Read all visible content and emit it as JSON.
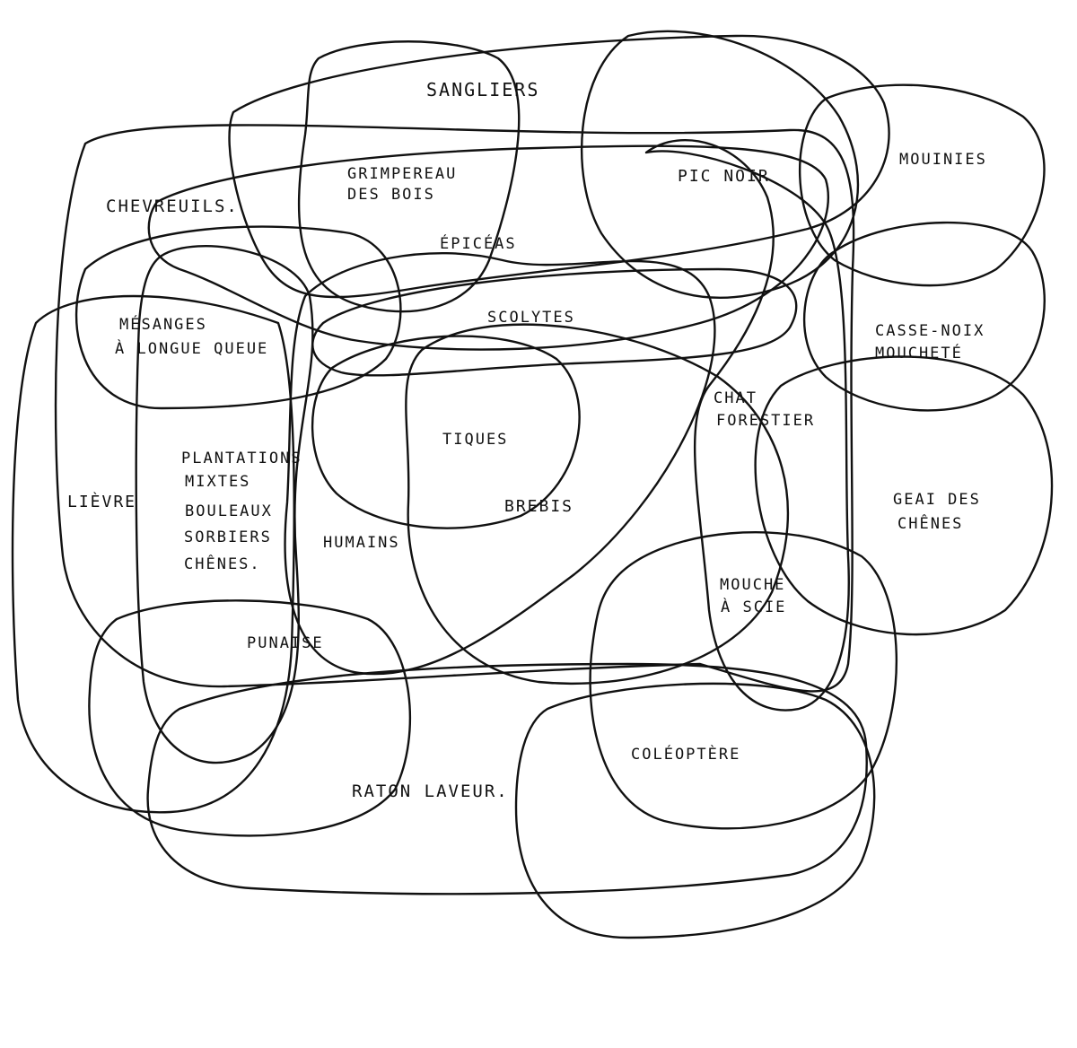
{
  "diagram": {
    "ink_color": "#111111",
    "background": "#ffffff",
    "labels": {
      "sangliers": "SANGLiERS",
      "chevreuils": "CHEVREUiLS.",
      "grimpereau_1": "GRiMPEREAU",
      "grimpereau_2": "DES BOiS",
      "epiceas": "ÉPiCÉAS",
      "pic_noir": "PiC NOiR",
      "moulinies": "MOUiNiES",
      "mesanges_1": "MÉSANGES",
      "mesanges_2": "À LONGUE QUEUE",
      "scolytes": "SCOLYTES",
      "casse_noix_1": "CASSE-NOiX",
      "casse_noix_2": "MOUCHETÉ",
      "chat_forestier_1": "CHAT",
      "chat_forestier_2": "FORESTiER",
      "tiques": "TiQUES",
      "plantations_1": "PLANTATiONS",
      "plantations_2": "MiXTES",
      "plantations_3": "BOULEAUX",
      "plantations_4": "SORBiERS",
      "plantations_5": "CHÊNES.",
      "lievre": "LiÈVRE",
      "brebis": "BREBiS",
      "humains": "HUMAiNS",
      "geai_1": "GEAi DES",
      "geai_2": "CHÊNES",
      "mouche_1": "MOUCHE",
      "mouche_2": "À SCiE",
      "punaise": "PUNAiSE",
      "coleoptere": "COLÉOPTÈRE",
      "raton_laveur": "RATON LAVEUR."
    }
  }
}
